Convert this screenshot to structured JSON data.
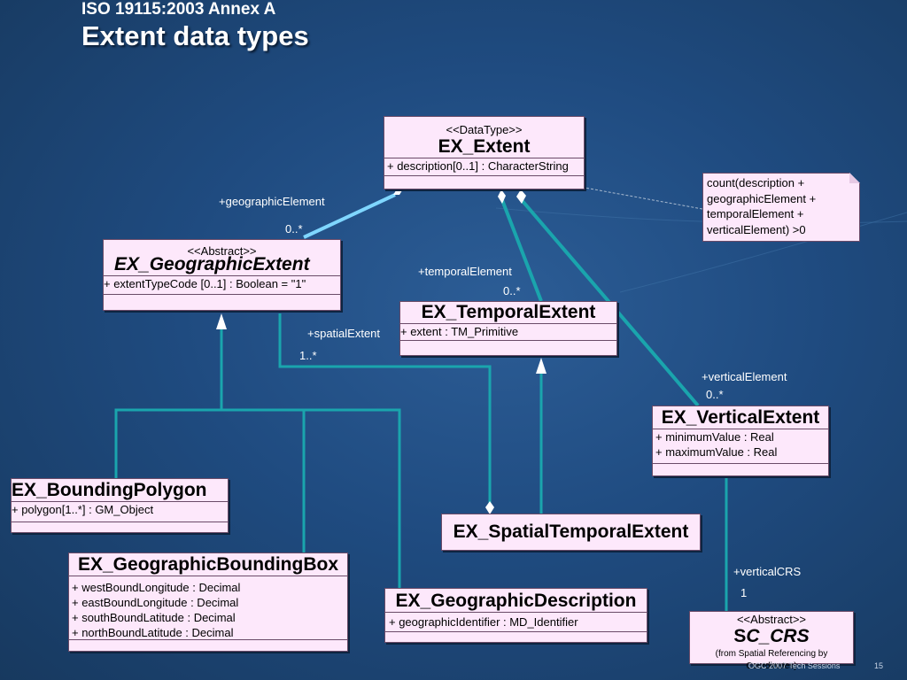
{
  "title": {
    "line1": "ISO 19115:2003 Annex A",
    "line2": "Extent data types"
  },
  "classes": {
    "ex_extent": {
      "stereotype": "<<DataType>>",
      "name": "EX_Extent",
      "attributes": [
        "+ description[0..1] : CharacterString"
      ]
    },
    "ex_geographic_extent": {
      "stereotype": "<<Abstract>>",
      "name": "EX_GeographicExtent",
      "attributes": [
        "+ extentTypeCode [0..1] : Boolean = \"1\""
      ]
    },
    "ex_temporal_extent": {
      "name": "EX_TemporalExtent",
      "attributes": [
        "+ extent : TM_Primitive"
      ]
    },
    "ex_vertical_extent": {
      "name": "EX_VerticalExtent",
      "attributes": [
        "+ minimumValue : Real",
        "+ maximumValue : Real"
      ]
    },
    "ex_bounding_polygon": {
      "name": "EX_BoundingPolygon",
      "attributes": [
        "+ polygon[1..*] : GM_Object"
      ]
    },
    "ex_spatial_temporal_extent": {
      "name": "EX_SpatialTemporalExtent"
    },
    "ex_geographic_bounding_box": {
      "name": "EX_GeographicBoundingBox",
      "attributes": [
        "+ westBoundLongitude : Decimal",
        "+ eastBoundLongitude : Decimal",
        "+ southBoundLatitude : Decimal",
        "+ northBoundLatitude : Decimal"
      ]
    },
    "ex_geographic_description": {
      "name": "EX_GeographicDescription",
      "attributes": [
        "+ geographicIdentifier : MD_Identifier"
      ]
    },
    "sc_crs": {
      "stereotype": "<<Abstract>>",
      "name_first": "S",
      "name_rest": "C_CRS",
      "subtitle": "(from Spatial Referencing by Coordinates)"
    }
  },
  "note": {
    "lines": [
      "count(description +",
      "geographicElement +",
      "temporalElement +",
      "verticalElement) >0"
    ]
  },
  "roles": {
    "geographic_element": "+geographicElement",
    "geographic_mult": "0..*",
    "temporal_element": "+temporalElement",
    "temporal_mult": "0..*",
    "spatial_extent": "+spatialExtent",
    "spatial_mult": "1..*",
    "vertical_element": "+verticalElement",
    "vertical_mult": "0..*",
    "vertical_crs": "+verticalCRS",
    "vertical_crs_mult": "1"
  },
  "footer": {
    "event": "OGC 2007 Tech Sessions",
    "page": "15"
  },
  "colors": {
    "connector": "#1aa5ad",
    "geographic_association": "#7fd6ff",
    "class_fill": "#fde8fb"
  }
}
